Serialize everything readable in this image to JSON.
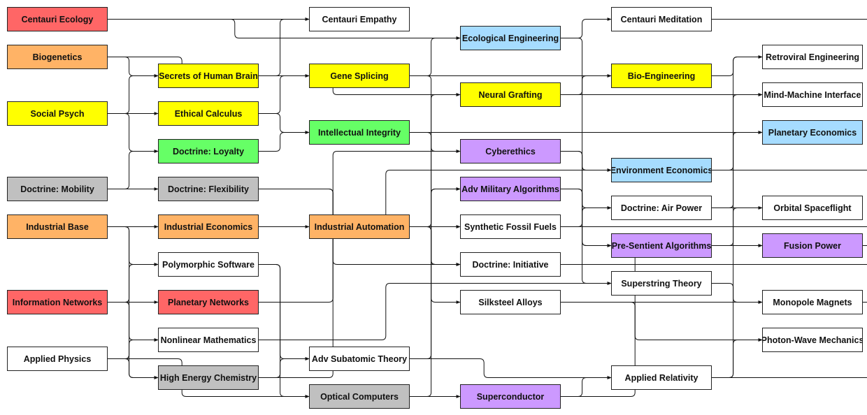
{
  "colors": {
    "red": "#ff6666",
    "orange": "#ffb366",
    "yellow": "#ffff00",
    "green": "#66ff66",
    "gray": "#c0c0c0",
    "blue": "#a6dcff",
    "purple": "#cc99ff",
    "white": "#ffffff"
  },
  "nodes": [
    {
      "id": "centauri_ecology",
      "label": "Centauri Ecology",
      "color": "red"
    },
    {
      "id": "biogenetics",
      "label": "Biogenetics",
      "color": "orange"
    },
    {
      "id": "social_psych",
      "label": "Social Psych",
      "color": "yellow"
    },
    {
      "id": "doctrine_mobility",
      "label": "Doctrine: Mobility",
      "color": "gray"
    },
    {
      "id": "industrial_base",
      "label": "Industrial Base",
      "color": "orange"
    },
    {
      "id": "information_networks",
      "label": "Information Networks",
      "color": "red"
    },
    {
      "id": "applied_physics",
      "label": "Applied Physics",
      "color": "white"
    },
    {
      "id": "secrets_human_brain",
      "label": "Secrets of Human Brain",
      "color": "yellow"
    },
    {
      "id": "ethical_calculus",
      "label": "Ethical Calculus",
      "color": "yellow"
    },
    {
      "id": "doctrine_loyalty",
      "label": "Doctrine: Loyalty",
      "color": "green"
    },
    {
      "id": "doctrine_flexibility",
      "label": "Doctrine: Flexibility",
      "color": "gray"
    },
    {
      "id": "industrial_economics",
      "label": "Industrial Economics",
      "color": "orange"
    },
    {
      "id": "polymorphic_software",
      "label": "Polymorphic Software",
      "color": "white"
    },
    {
      "id": "planetary_networks",
      "label": "Planetary Networks",
      "color": "red"
    },
    {
      "id": "nonlinear_mathematics",
      "label": "Nonlinear Mathematics",
      "color": "white"
    },
    {
      "id": "high_energy_chemistry",
      "label": "High Energy Chemistry",
      "color": "gray"
    },
    {
      "id": "centauri_empathy",
      "label": "Centauri Empathy",
      "color": "white"
    },
    {
      "id": "gene_splicing",
      "label": "Gene Splicing",
      "color": "yellow"
    },
    {
      "id": "intellectual_integrity",
      "label": "Intellectual Integrity",
      "color": "green"
    },
    {
      "id": "industrial_automation",
      "label": "Industrial Automation",
      "color": "orange"
    },
    {
      "id": "adv_subatomic_theory",
      "label": "Adv Subatomic Theory",
      "color": "white"
    },
    {
      "id": "optical_computers",
      "label": "Optical Computers",
      "color": "gray"
    },
    {
      "id": "ecological_engineering",
      "label": "Ecological Engineering",
      "color": "blue"
    },
    {
      "id": "neural_grafting",
      "label": "Neural Grafting",
      "color": "yellow"
    },
    {
      "id": "cyberethics",
      "label": "Cyberethics",
      "color": "purple"
    },
    {
      "id": "adv_military_algorithms",
      "label": "Adv Military Algorithms",
      "color": "purple"
    },
    {
      "id": "synthetic_fossil_fuels",
      "label": "Synthetic Fossil Fuels",
      "color": "white"
    },
    {
      "id": "doctrine_initiative",
      "label": "Doctrine: Initiative",
      "color": "white"
    },
    {
      "id": "silksteel_alloys",
      "label": "Silksteel Alloys",
      "color": "white"
    },
    {
      "id": "superconductor",
      "label": "Superconductor",
      "color": "purple"
    },
    {
      "id": "centauri_meditation",
      "label": "Centauri Meditation",
      "color": "white"
    },
    {
      "id": "bio_engineering",
      "label": "Bio-Engineering",
      "color": "yellow"
    },
    {
      "id": "environment_economics",
      "label": "Environment Economics",
      "color": "blue"
    },
    {
      "id": "doctrine_air_power",
      "label": "Doctrine: Air Power",
      "color": "white"
    },
    {
      "id": "pre_sentient_algorithms",
      "label": "Pre-Sentient Algorithms",
      "color": "purple"
    },
    {
      "id": "superstring_theory",
      "label": "Superstring Theory",
      "color": "white"
    },
    {
      "id": "applied_relativity",
      "label": "Applied Relativity",
      "color": "white"
    },
    {
      "id": "retroviral_engineering",
      "label": "Retroviral Engineering",
      "color": "white"
    },
    {
      "id": "mind_machine_interface",
      "label": "Mind-Machine Interface",
      "color": "white"
    },
    {
      "id": "planetary_economics",
      "label": "Planetary Economics",
      "color": "blue"
    },
    {
      "id": "orbital_spaceflight",
      "label": "Orbital Spaceflight",
      "color": "white"
    },
    {
      "id": "fusion_power",
      "label": "Fusion Power",
      "color": "purple"
    },
    {
      "id": "monopole_magnets",
      "label": "Monopole Magnets",
      "color": "white"
    },
    {
      "id": "photon_wave_mechanics",
      "label": "Photon-Wave Mechanics",
      "color": "white"
    }
  ],
  "edges": [
    [
      "centauri_ecology",
      "centauri_empathy"
    ],
    [
      "centauri_ecology",
      "ecological_engineering"
    ],
    [
      "biogenetics",
      "secrets_human_brain"
    ],
    [
      "biogenetics",
      "gene_splicing"
    ],
    [
      "social_psych",
      "secrets_human_brain"
    ],
    [
      "social_psych",
      "ethical_calculus"
    ],
    [
      "social_psych",
      "doctrine_loyalty"
    ],
    [
      "doctrine_mobility",
      "doctrine_loyalty"
    ],
    [
      "doctrine_mobility",
      "doctrine_flexibility"
    ],
    [
      "industrial_base",
      "industrial_economics"
    ],
    [
      "industrial_base",
      "polymorphic_software"
    ],
    [
      "industrial_base",
      "high_energy_chemistry"
    ],
    [
      "information_networks",
      "polymorphic_software"
    ],
    [
      "information_networks",
      "planetary_networks"
    ],
    [
      "information_networks",
      "nonlinear_mathematics"
    ],
    [
      "applied_physics",
      "nonlinear_mathematics"
    ],
    [
      "applied_physics",
      "high_energy_chemistry"
    ],
    [
      "applied_physics",
      "optical_computers"
    ],
    [
      "secrets_human_brain",
      "centauri_empathy"
    ],
    [
      "secrets_human_brain",
      "neural_grafting"
    ],
    [
      "ethical_calculus",
      "gene_splicing"
    ],
    [
      "ethical_calculus",
      "intellectual_integrity"
    ],
    [
      "doctrine_loyalty",
      "intellectual_integrity"
    ],
    [
      "doctrine_flexibility",
      "synthetic_fossil_fuels"
    ],
    [
      "doctrine_flexibility",
      "doctrine_initiative"
    ],
    [
      "industrial_economics",
      "industrial_automation"
    ],
    [
      "industrial_economics",
      "environment_economics"
    ],
    [
      "polymorphic_software",
      "adv_subatomic_theory"
    ],
    [
      "polymorphic_software",
      "optical_computers"
    ],
    [
      "planetary_networks",
      "cyberethics"
    ],
    [
      "nonlinear_mathematics",
      "superstring_theory"
    ],
    [
      "high_energy_chemistry",
      "adv_subatomic_theory"
    ],
    [
      "high_energy_chemistry",
      "synthetic_fossil_fuels"
    ],
    [
      "gene_splicing",
      "ecological_engineering"
    ],
    [
      "gene_splicing",
      "bio_engineering"
    ],
    [
      "gene_splicing",
      "doctrine_initiative"
    ],
    [
      "intellectual_integrity",
      "cyberethics"
    ],
    [
      "intellectual_integrity",
      "planetary_economics"
    ],
    [
      "industrial_automation",
      "silksteel_alloys"
    ],
    [
      "industrial_automation",
      "neural_grafting"
    ],
    [
      "industrial_automation",
      "doctrine_initiative"
    ],
    [
      "adv_subatomic_theory",
      "applied_relativity"
    ],
    [
      "adv_subatomic_theory",
      "adv_military_algorithms"
    ],
    [
      "optical_computers",
      "superconductor"
    ],
    [
      "optical_computers",
      "adv_military_algorithms"
    ],
    [
      "ecological_engineering",
      "centauri_meditation"
    ],
    [
      "ecological_engineering",
      "environment_economics"
    ],
    [
      "neural_grafting",
      "bio_engineering"
    ],
    [
      "neural_grafting",
      "mind_machine_interface"
    ],
    [
      "cyberethics",
      "pre_sentient_algorithms"
    ],
    [
      "cyberethics",
      "superstring_theory"
    ],
    [
      "adv_military_algorithms",
      "doctrine_air_power"
    ],
    [
      "adv_military_algorithms",
      "pre_sentient_algorithms"
    ],
    [
      "synthetic_fossil_fuels",
      "doctrine_air_power"
    ],
    [
      "silksteel_alloys",
      "monopole_magnets"
    ],
    [
      "superconductor",
      "applied_relativity"
    ],
    [
      "superconductor",
      "fusion_power"
    ],
    [
      "bio_engineering",
      "retroviral_engineering"
    ],
    [
      "environment_economics",
      "planetary_economics"
    ],
    [
      "doctrine_air_power",
      "orbital_spaceflight"
    ],
    [
      "doctrine_air_power",
      "retroviral_engineering"
    ],
    [
      "pre_sentient_algorithms",
      "mind_machine_interface"
    ],
    [
      "pre_sentient_algorithms",
      "fusion_power"
    ],
    [
      "superstring_theory",
      "monopole_magnets"
    ],
    [
      "applied_relativity",
      "orbital_spaceflight"
    ],
    [
      "applied_relativity",
      "photon_wave_mechanics"
    ],
    [
      "silksteel_alloys",
      "photon_wave_mechanics"
    ]
  ],
  "offscreen_edges": [
    "centauri_meditation",
    "environment_economics",
    "doctrine_initiative",
    "synthetic_fossil_fuels",
    "monopole_magnets",
    "applied_relativity",
    "pre_sentient_algorithms"
  ]
}
